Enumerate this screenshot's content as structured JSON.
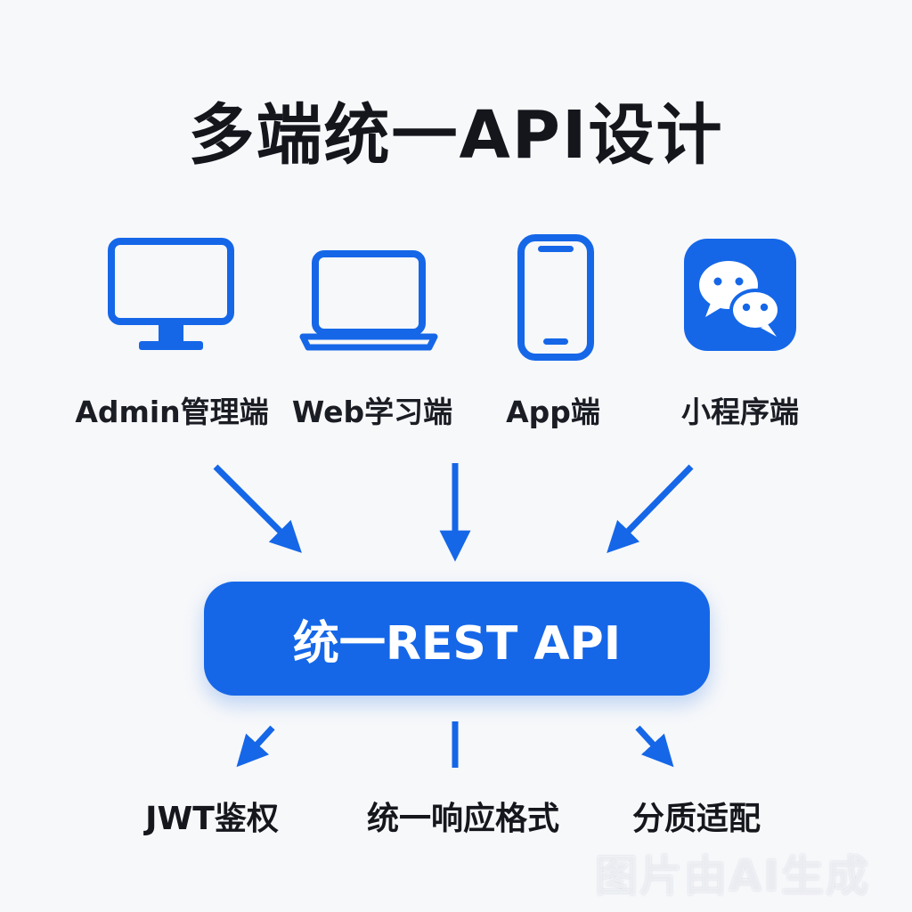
{
  "title": "多端统一API设计",
  "clients": [
    {
      "label": "Admin管理端",
      "icon": "monitor-icon"
    },
    {
      "label": "Web学习端",
      "icon": "laptop-icon"
    },
    {
      "label": "App端",
      "icon": "phone-icon"
    },
    {
      "label": "小程序端",
      "icon": "wechat-icon"
    }
  ],
  "api": {
    "label": "统一REST API"
  },
  "features": [
    {
      "label": "JWT鉴权"
    },
    {
      "label": "统一响应格式"
    },
    {
      "label": "分质适配"
    }
  ],
  "watermark": "图片由AI生成",
  "colors": {
    "accent": "#1567e8",
    "background": "#f7f8fa",
    "text": "#14161c"
  }
}
